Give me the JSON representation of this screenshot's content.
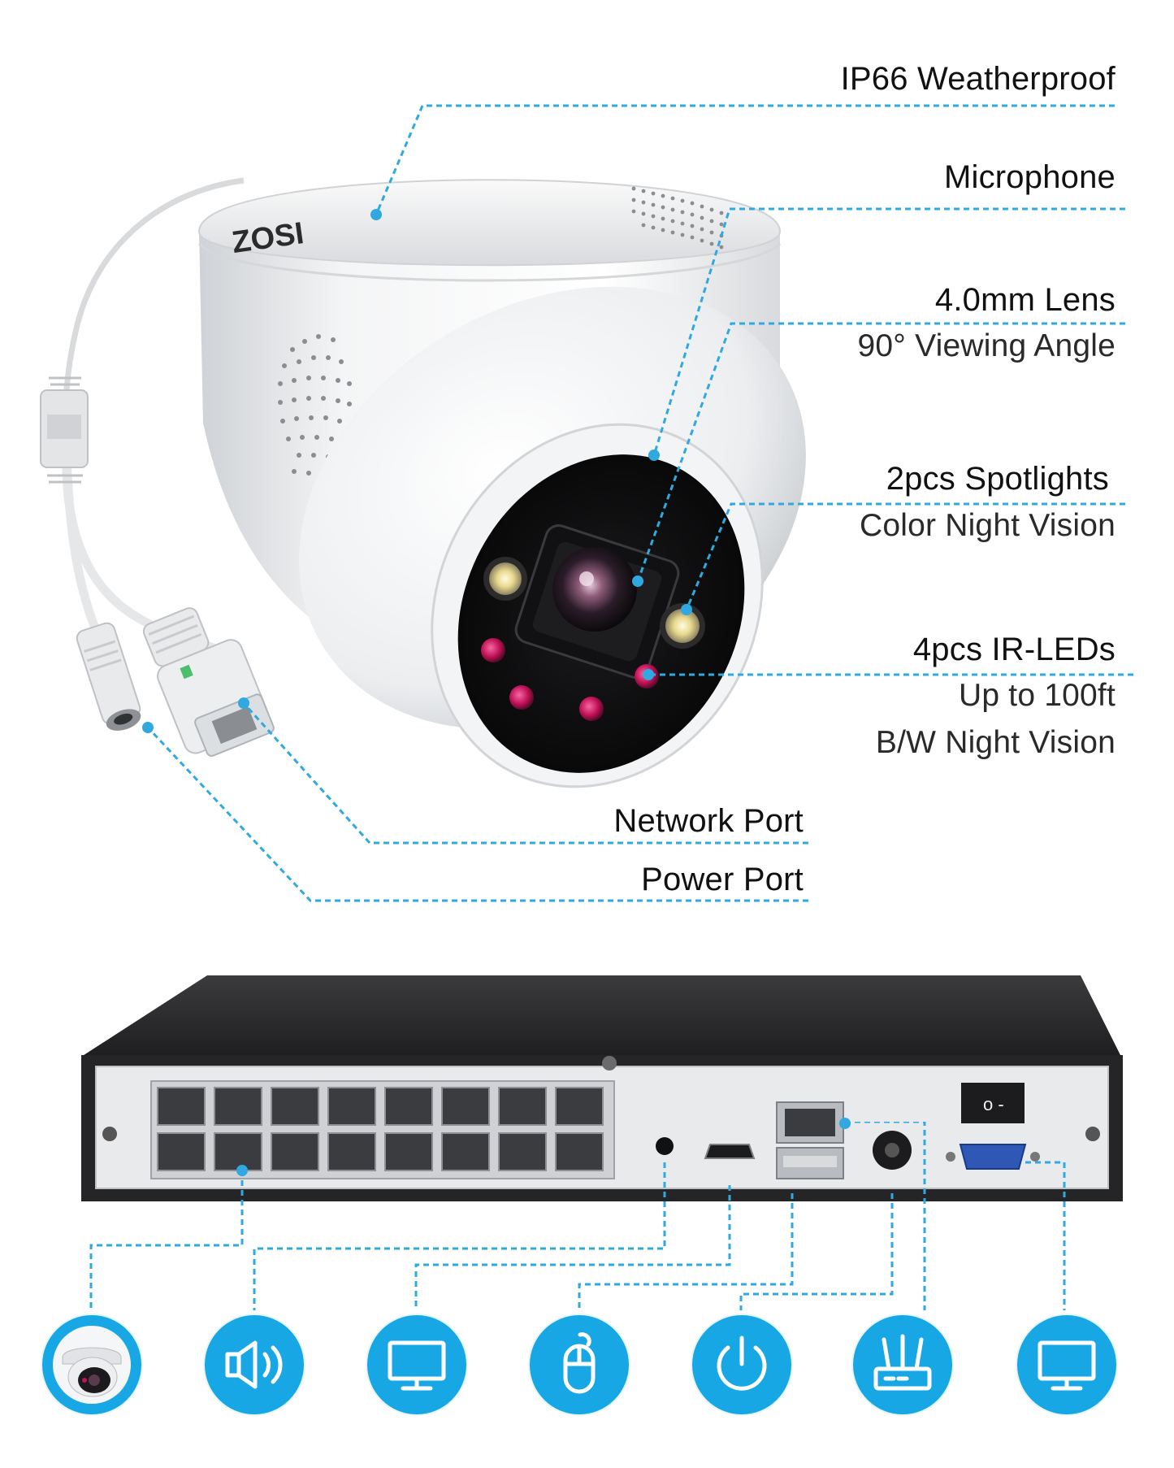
{
  "brand": {
    "logo_text": "ZOSI"
  },
  "camera_features": [
    {
      "id": "weatherproof",
      "title": "IP66 Weatherproof",
      "subtitle": ""
    },
    {
      "id": "microphone",
      "title": "Microphone",
      "subtitle": ""
    },
    {
      "id": "lens",
      "title": "4.0mm Lens",
      "subtitle": "90° Viewing Angle"
    },
    {
      "id": "spotlights",
      "title": "2pcs Spotlights",
      "subtitle": "Color Night Vision"
    },
    {
      "id": "irleds",
      "title": "4pcs IR-LEDs",
      "subtitle": "Up to 100ft",
      "subtitle2": "B/W Night Vision"
    },
    {
      "id": "network",
      "title": "Network Port",
      "subtitle": ""
    },
    {
      "id": "power",
      "title": "Power Port",
      "subtitle": ""
    }
  ],
  "nvr_icons": [
    {
      "id": "camera",
      "icon": "dome-camera-icon"
    },
    {
      "id": "audio",
      "icon": "speaker-icon"
    },
    {
      "id": "hdmi",
      "icon": "monitor-icon"
    },
    {
      "id": "usb",
      "icon": "mouse-icon"
    },
    {
      "id": "power",
      "icon": "power-icon"
    },
    {
      "id": "router",
      "icon": "router-icon"
    },
    {
      "id": "vga",
      "icon": "monitor-icon"
    }
  ],
  "colors": {
    "accent": "#16a7e4",
    "leader_line": "#2fa9e0",
    "nvr_body": "#2b2b2d",
    "nvr_panel": "#e9eaec",
    "ir_led": "#c4125a"
  }
}
